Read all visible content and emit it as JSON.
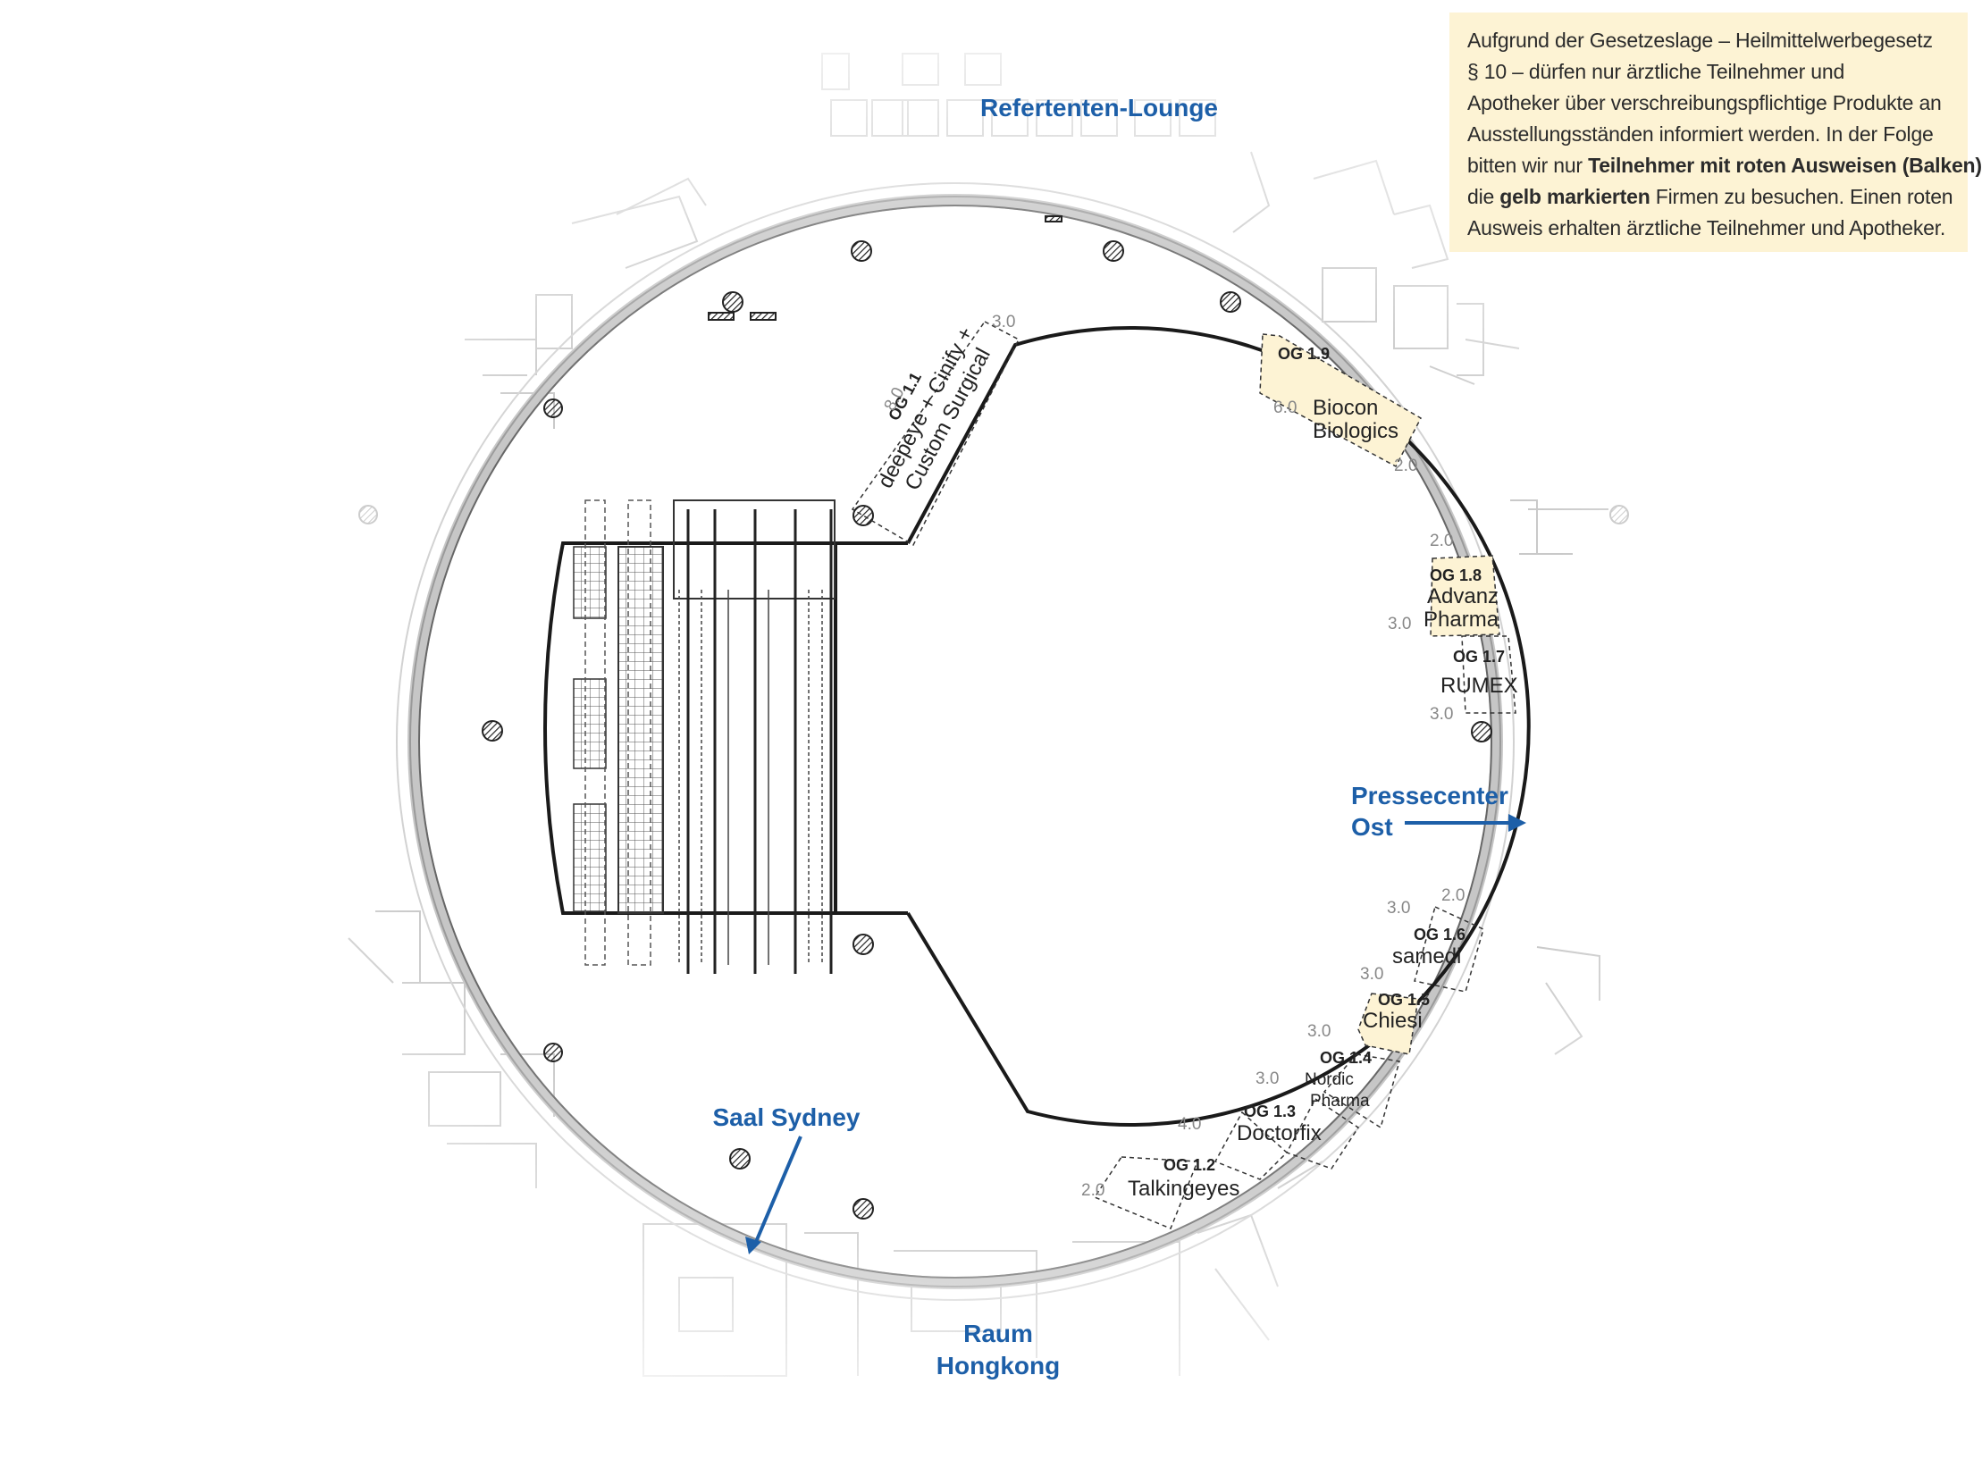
{
  "notice": {
    "line1": "Aufgrund der Gesetzeslage – Heilmittelwerbegesetz",
    "line2": "§ 10 – dürfen nur ärztliche Teilnehmer und",
    "line3": "Apotheker über verschreibungspflichtige Produkte an",
    "line4": "Ausstellungsständen informiert werden. In der Folge",
    "line5_plain": "bitten wir nur ",
    "line5_bold": "Teilnehmer mit roten Ausweisen (Balken),",
    "line6_plain1": "die ",
    "line6_bold": "gelb markierten",
    "line6_plain2": " Firmen zu besuchen. Einen roten",
    "line7": "Ausweis erhalten ärztliche Teilnehmer und Apotheker."
  },
  "areas": {
    "referenten": "Refertenten-Lounge",
    "pressecenter_1": "Pressecenter",
    "pressecenter_2": "Ost",
    "saal_sydney": "Saal Sydney",
    "raum_1": "Raum",
    "raum_2": "Hongkong"
  },
  "stands": {
    "og11": {
      "id": "OG 1.1",
      "name1": "deepeye + Cinify +",
      "name2": "Custom Surgical",
      "dim_a": "3.0",
      "dim_b": "8.0"
    },
    "og19": {
      "id": "OG 1.9",
      "name1": "Biocon",
      "name2": "Biologics",
      "dim_a": "6.0",
      "dim_b": "2.0",
      "highlight": true
    },
    "og18": {
      "id": "OG 1.8",
      "name1": "Advanz",
      "name2": "Pharma",
      "dim_a": "2.0",
      "dim_b": "3.0",
      "highlight": true
    },
    "og17": {
      "id": "OG 1.7",
      "name": "RUMEX",
      "dim": "3.0"
    },
    "og16": {
      "id": "OG 1.6",
      "name": "samedi",
      "dim_a": "2.0",
      "dim_b": "3.0"
    },
    "og15": {
      "id": "OG 1.5",
      "name": "Chiesi",
      "dim": "3.0",
      "highlight": true
    },
    "og14": {
      "id": "OG 1.4",
      "name1": "Nordic",
      "name2": "Pharma",
      "dim": "3.0"
    },
    "og13": {
      "id": "OG 1.3",
      "name": "Doctorfix",
      "dim": "4.0"
    },
    "og12": {
      "id": "OG 1.2",
      "name": "Talkingeyes",
      "dim": "2.0"
    }
  },
  "colors": {
    "label_blue": "#1d5fa8",
    "highlight_yellow": "#fdf3d4",
    "arrow_blue": "#1d5fa8"
  }
}
